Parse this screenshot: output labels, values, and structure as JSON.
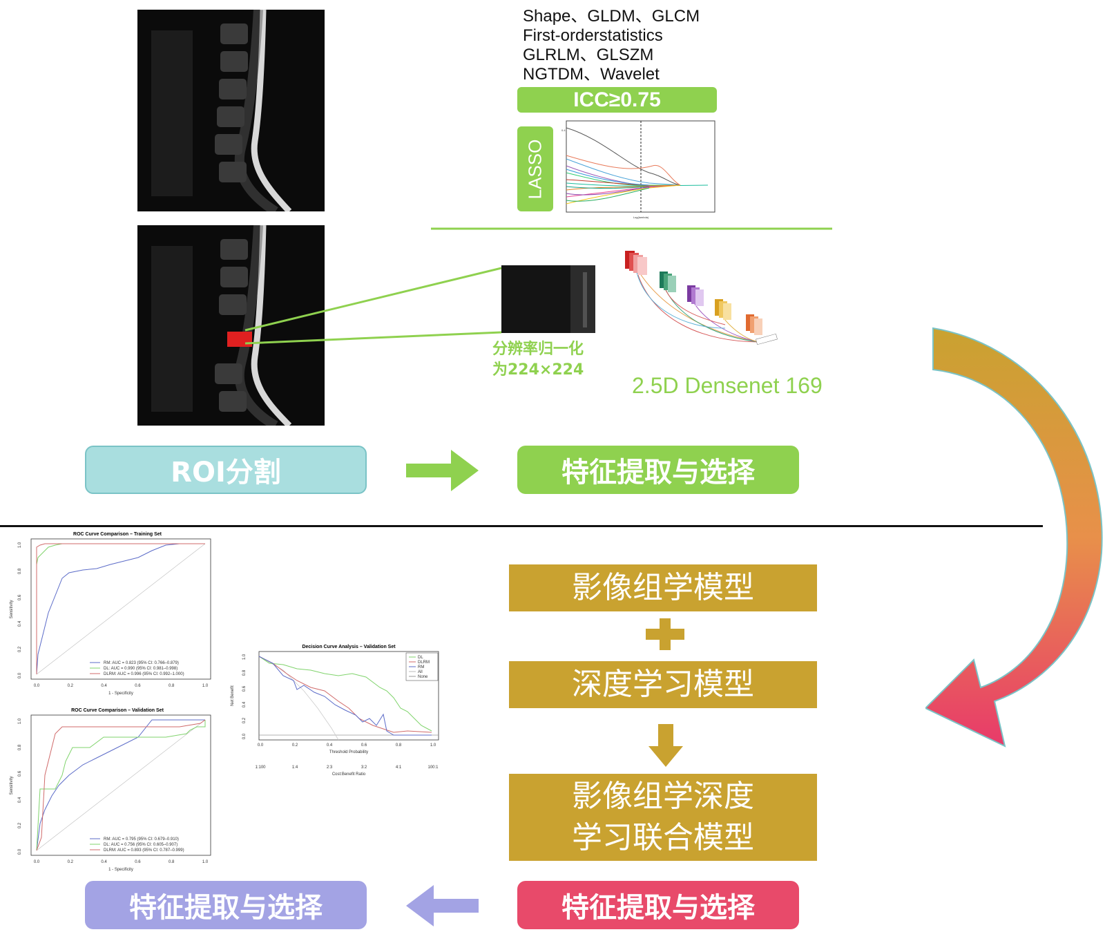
{
  "features": {
    "lines": [
      "Shape、GLDM、GLCM",
      "First-orderstatistics",
      "GLRLM、GLSZM",
      "NGTDM、Wavelet"
    ],
    "icc": "ICC≥0.75",
    "lasso": "LASSO"
  },
  "resolution": {
    "line1": "分辨率归一化",
    "line2": "为224×224"
  },
  "densenet": "2.5D Densenet 169",
  "flow": {
    "roi": "ROI分割",
    "feature_top": "特征提取与选择",
    "feature_bottom_right": "特征提取与选择",
    "feature_bottom_left": "特征提取与选择"
  },
  "models": {
    "radiomics": "影像组学模型",
    "deep": "深度学习模型",
    "combined_line1": "影像组学深度",
    "combined_line2": "学习联合模型"
  },
  "colors": {
    "green": "#8fd14f",
    "teal": "#a9dedf",
    "gold": "#c9a230",
    "red": "#e84a6a",
    "purple": "#a3a3e4"
  },
  "roc_train": {
    "title": "ROC Curve Comparison – Training Set",
    "xlabel": "1 - Specificity",
    "ylabel": "Sensitivity",
    "ticks": [
      "0.0",
      "0.2",
      "0.4",
      "0.6",
      "0.8",
      "1.0"
    ],
    "legend": [
      {
        "text": "RM: AUC = 0.823 (95% CI: 0.766–0.879)",
        "color": "#5b6bc8"
      },
      {
        "text": "DL: AUC = 0.990 (95% CI: 0.981–0.998)",
        "color": "#7fd36b"
      },
      {
        "text": "DLRM: AUC = 0.996 (95% CI: 0.992–1.000)",
        "color": "#d06a6a"
      }
    ]
  },
  "roc_valid": {
    "title": "ROC Curve Comparison – Validation Set",
    "xlabel": "1 - Specificity",
    "ylabel": "Sensitivity",
    "ticks": [
      "0.0",
      "0.2",
      "0.4",
      "0.6",
      "0.8",
      "1.0"
    ],
    "legend": [
      {
        "text": "RM: AUC = 0.795 (95% CI: 0.679–0.910)",
        "color": "#5b6bc8"
      },
      {
        "text": "DL: AUC = 0.756 (95% CI: 0.605–0.907)",
        "color": "#7fd36b"
      },
      {
        "text": "DLRM: AUC = 0.893 (95% CI: 0.787–0.999)",
        "color": "#d06a6a"
      }
    ]
  },
  "dca": {
    "title": "Decision Curve Analysis – Validation Set",
    "xlabel": "Threshold Probability",
    "ylabel": "Net Benefit",
    "xlabel2": "Cost:Benefit Ratio",
    "xticks": [
      "0.0",
      "0.2",
      "0.4",
      "0.6",
      "0.8",
      "1.0"
    ],
    "yticks": [
      "0.0",
      "0.2",
      "0.4",
      "0.6",
      "0.8",
      "1.0"
    ],
    "ratio_ticks": [
      "1:100",
      "1:4",
      "2:3",
      "3:2",
      "4:1",
      "100:1"
    ],
    "legend": [
      {
        "text": "DL",
        "color": "#7fd36b"
      },
      {
        "text": "DLRM",
        "color": "#d06a6a"
      },
      {
        "text": "RM",
        "color": "#5b6bc8"
      },
      {
        "text": "All",
        "color": "#bbbbbb"
      },
      {
        "text": "None",
        "color": "#999999"
      }
    ]
  }
}
